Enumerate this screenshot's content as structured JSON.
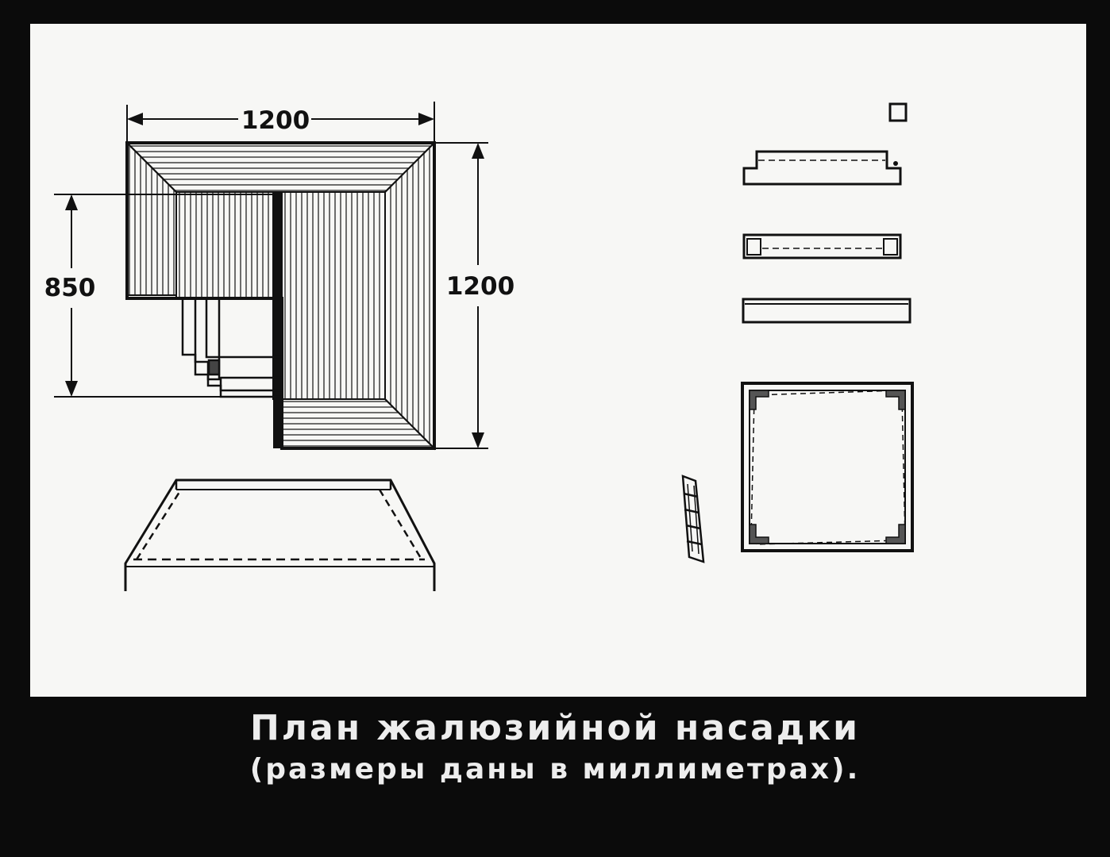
{
  "diagram": {
    "dimensions": {
      "top_width": "1200",
      "left_height": "850",
      "right_height": "1200"
    }
  },
  "caption": {
    "title": "План жалюзийной насадки",
    "subtitle": "(размеры даны в миллиметрах)."
  },
  "colors": {
    "background": "#0b0b0b",
    "panel": "#f7f7f5",
    "ink": "#111111",
    "caption_text": "#ededed"
  }
}
